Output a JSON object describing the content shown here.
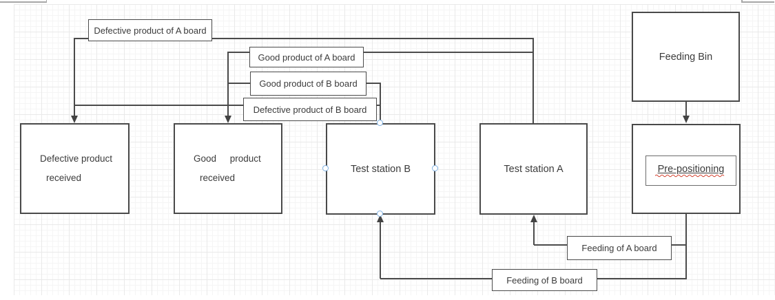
{
  "diagram": {
    "nodes": {
      "feeding_bin": "Feeding Bin",
      "pre_positioning": "Pre-positioning",
      "test_station_a": "Test station A",
      "test_station_b": "Test station B",
      "good_received": {
        "line1": "Good product",
        "line2": "received"
      },
      "defective_received": {
        "line1": "Defective product",
        "line2": "received"
      }
    },
    "connector_labels": {
      "defective_a": "Defective product of A board",
      "good_a": "Good product of A board",
      "good_b": "Good product of B board",
      "defective_b": "Defective product of B board",
      "feeding_a": "Feeding of A board",
      "feeding_b": "Feeding of B board"
    },
    "colors": {
      "line": "#4a4a4a",
      "connection_point": "#7fb2e5",
      "spellcheck_underline": "#d23c2a",
      "grid_minor": "#f5f5f5",
      "grid_major": "#e9e9e9"
    }
  }
}
